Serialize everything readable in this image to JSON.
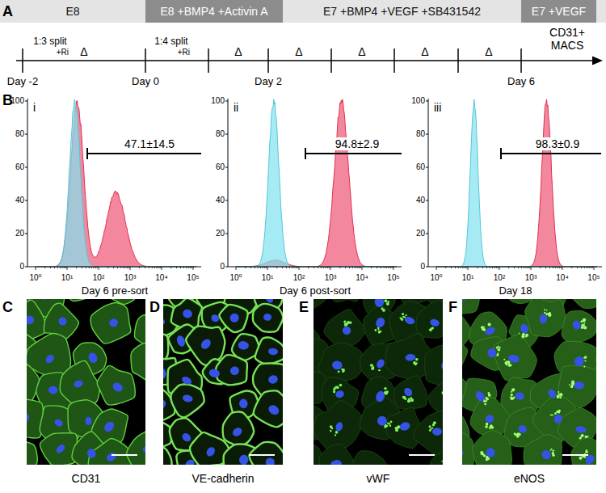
{
  "diagram": {
    "nodes": [
      {
        "text": [
          "E8"
        ]
      },
      {
        "text": [
          "E8 +BMP4 +Activin A"
        ]
      },
      {
        "text": [
          "E7 +BMP4 +VEGF +SB431542"
        ]
      },
      {
        "text": [
          "E7 +VEGF"
        ]
      }
    ],
    "labels": [
      "A",
      "1:3 split",
      "+Ri",
      "Δ",
      "1:4 split",
      "+Ri",
      "Δ",
      "Δ",
      "Δ",
      "Δ",
      "Δ",
      "CD31+ MACS",
      "Day -2",
      "Day 0",
      "Day 2",
      "Day 6",
      "B",
      "i",
      "47.1±14.5",
      "100",
      "80",
      "60",
      "40",
      "20",
      "0",
      "10⁰",
      "10¹",
      "10²",
      "10³",
      "10⁴",
      "10⁵",
      "Day 6 pre-sort",
      "ii",
      "94.8±2.9",
      "100",
      "80",
      "60",
      "40",
      "20",
      "0",
      "10⁰",
      "10¹",
      "10²",
      "10³",
      "10⁴",
      "10⁵",
      "Day 6 post-sort",
      "iii",
      "98.3±0.9",
      "100",
      "80",
      "60",
      "40",
      "20",
      "0",
      "10⁰",
      "10¹",
      "10²",
      "10³",
      "10⁴",
      "10⁵",
      "Day 18",
      "C",
      "CD31",
      "D",
      "VE-cadherin",
      "E",
      "vWF",
      "F",
      "eNOS"
    ]
  }
}
